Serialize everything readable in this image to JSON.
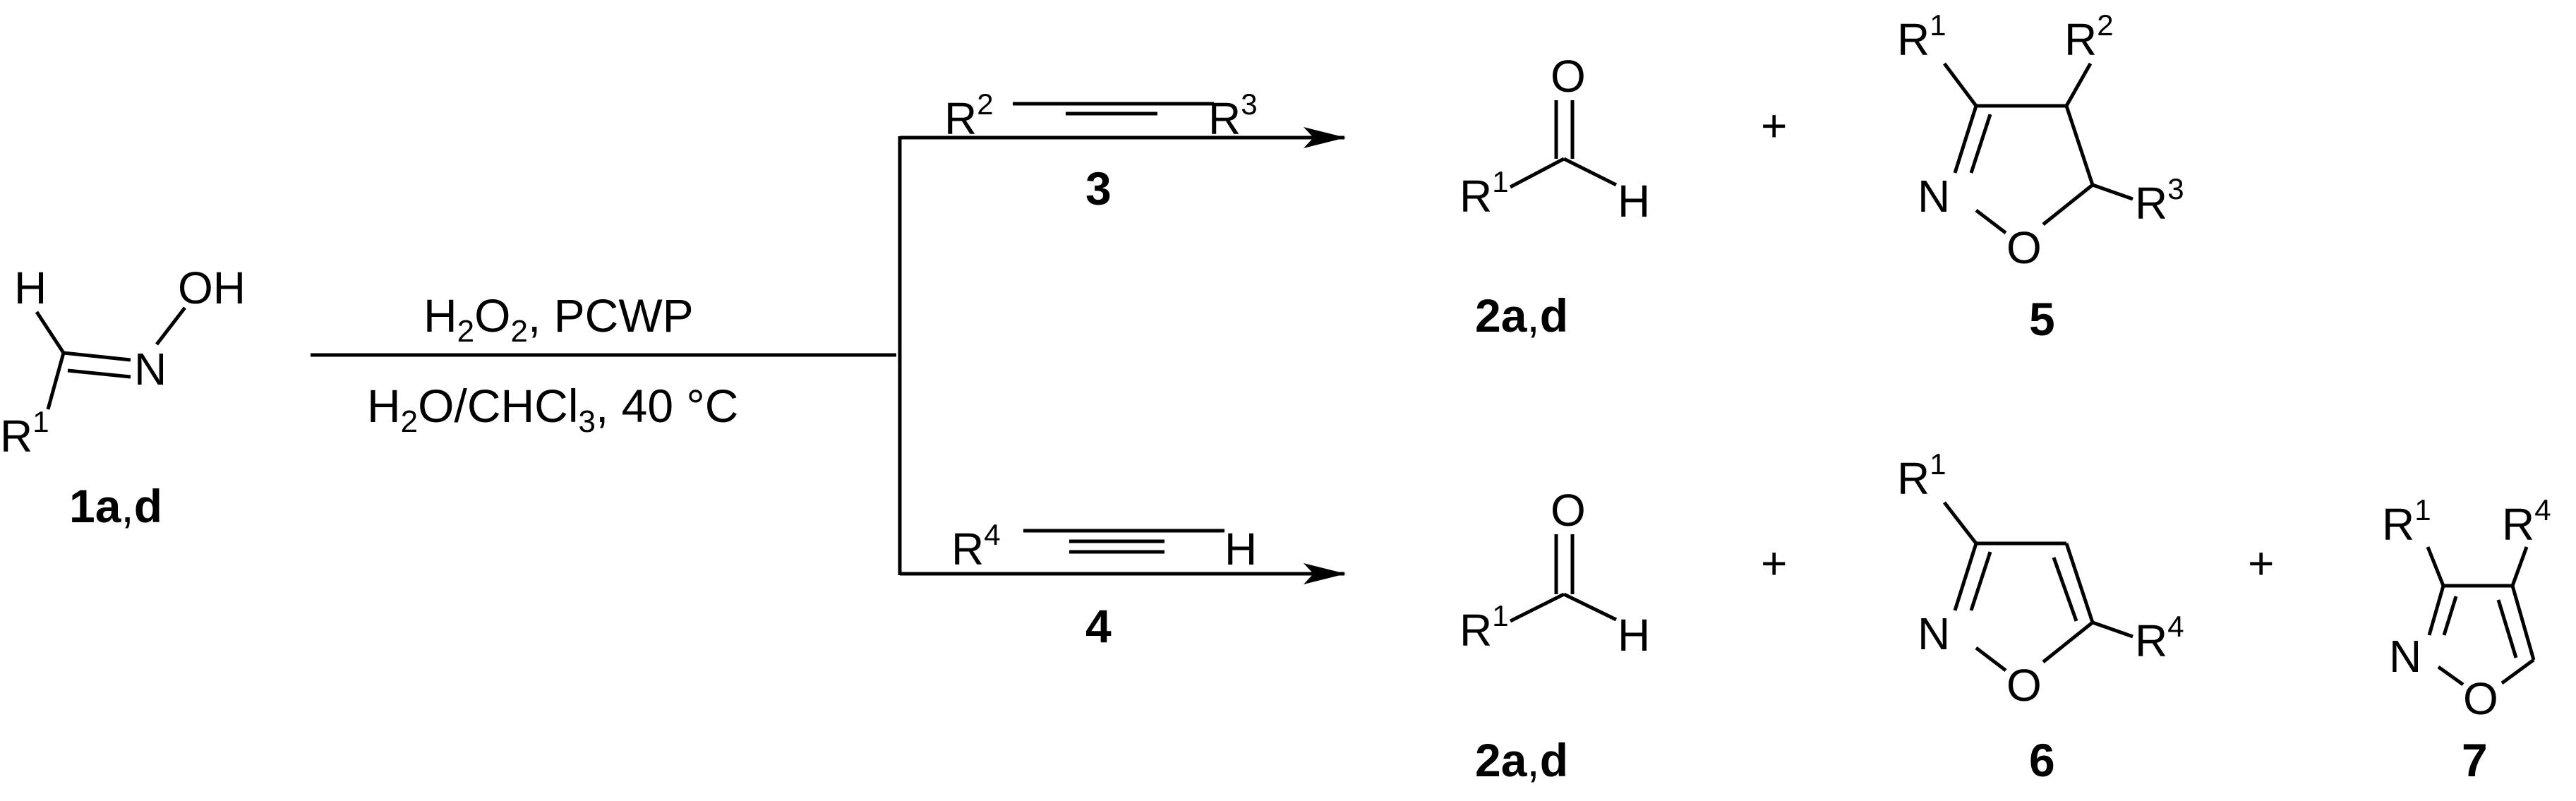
{
  "reactant": {
    "atom_h": "H",
    "atom_oh": "OH",
    "atom_n": "N",
    "r1": "R",
    "r1_sup": "1",
    "label_bold": "1a",
    "label_sep": ",",
    "label_bold2": "d"
  },
  "conditions": {
    "above_h": "H",
    "above_sub1": "2",
    "above_o": "O",
    "above_sub2": "2",
    "above_rest": ", PCWP",
    "below_h": "H",
    "below_sub": "2",
    "below_o": "O/CHCl",
    "below_sub2": "3",
    "below_rest": ", 40 °C"
  },
  "upper": {
    "reagent_r": "R",
    "reagent_r_sup": "2",
    "reagent_r2": "R",
    "reagent_r2_sup": "3",
    "reagent_label": "3",
    "aldehyde": {
      "o": "O",
      "r": "R",
      "r_sup": "1",
      "h": "H",
      "label_bold": "2a",
      "label_sep": ",",
      "label_bold2": "d"
    },
    "plus": "+",
    "product": {
      "r1": "R",
      "r1_sup": "1",
      "r2": "R",
      "r2_sup": "2",
      "n": "N",
      "o": "O",
      "r3": "R",
      "r3_sup": "3",
      "label": "5"
    }
  },
  "lower": {
    "reagent_r": "R",
    "reagent_r_sup": "4",
    "reagent_h": "H",
    "reagent_label": "4",
    "aldehyde": {
      "o": "O",
      "r": "R",
      "r_sup": "1",
      "h": "H",
      "label_bold": "2a",
      "label_sep": ",",
      "label_bold2": "d"
    },
    "plus1": "+",
    "product6": {
      "r1": "R",
      "r1_sup": "1",
      "n": "N",
      "o": "O",
      "r4": "R",
      "r4_sup": "4",
      "label": "6"
    },
    "plus2": "+",
    "product7": {
      "r1": "R",
      "r1_sup": "1",
      "r4": "R",
      "r4_sup": "4",
      "n": "N",
      "o": "O",
      "label": "7"
    }
  }
}
